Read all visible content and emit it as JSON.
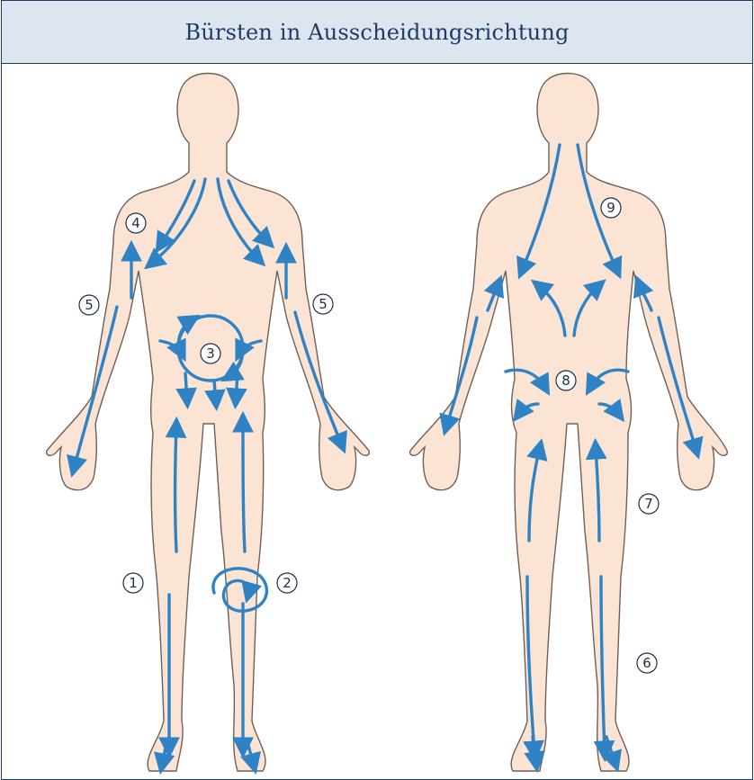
{
  "title": "Bürsten in Ausscheidungsrichtung",
  "labels": [
    "1",
    "2",
    "3",
    "4",
    "5",
    "5",
    "6",
    "7",
    "8",
    "9"
  ],
  "colors": {
    "header_bg": "#dde6f0",
    "border": "#1f3a68",
    "skin": "#fbe4d3",
    "arrow": "#2f83c4"
  }
}
